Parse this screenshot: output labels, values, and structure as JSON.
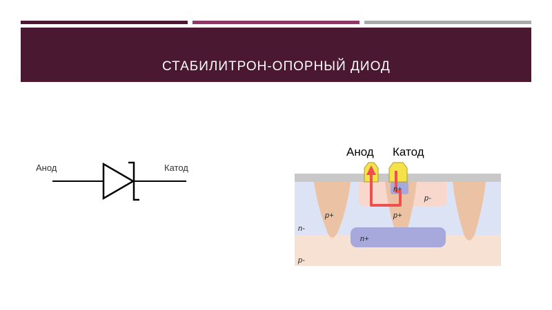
{
  "slide": {
    "title": "СТАБИЛИТРОН-ОПОРНЫЙ ДИОД",
    "colors": {
      "title_band": "#4b1832",
      "accent_1": "#4b1832",
      "accent_2": "#8a3a64",
      "accent_3": "#a9a9ad",
      "title_text": "#ffffff"
    }
  },
  "symbol": {
    "anode_label": "Анод",
    "cathode_label": "Катод"
  },
  "cross_section": {
    "anode_label": "Анод",
    "cathode_label": "Катод",
    "regions": {
      "n_plus_contact": "n+",
      "p_minus_well": "p-",
      "p_plus_left": "p+",
      "p_plus_center": "p+",
      "n_minus_epi": "n-",
      "n_plus_buried": "n+",
      "p_minus_substrate": "p-"
    },
    "colors": {
      "oxide": "#c8c8c8",
      "n_minus": "#dbe3f5",
      "p_minus_substrate": "#f6e1d3",
      "p_plus": "#ebc3a4",
      "p_minus_well": "#f8d7cd",
      "n_plus": "#a7a9dc",
      "contact": "#f5e14a",
      "current_arrow": "#ef4f4f"
    }
  }
}
